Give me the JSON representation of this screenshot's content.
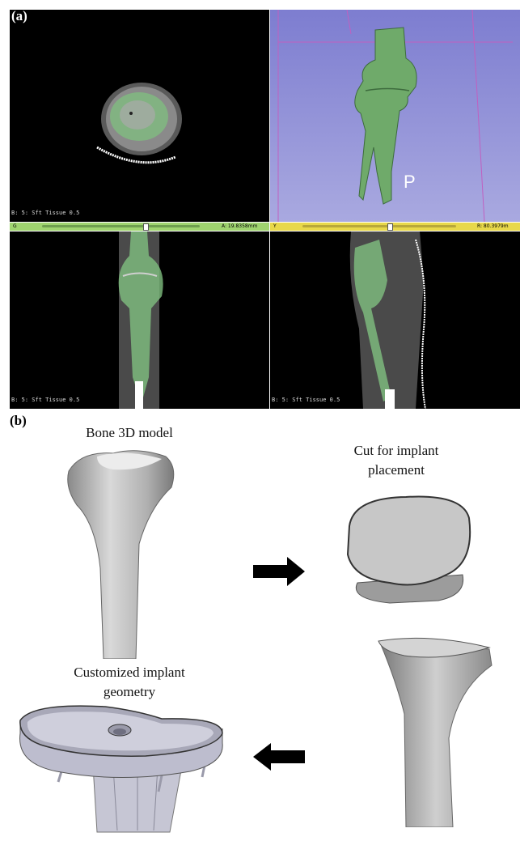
{
  "panel_a": {
    "label": "(a)",
    "views": {
      "axial_overlay": "B: 5: Sft Tissue 0.5",
      "coronal_overlay": "B: 5: Sft Tissue 0.5",
      "sagittal_overlay": "B: 5: Sft Tissue 0.5",
      "orientation_letter": "P"
    },
    "coronal_slider": {
      "tag": "G",
      "readout": "A: 19.8358mm"
    },
    "sagittal_slider": {
      "tag": "Y",
      "readout": "R: 80.3979m"
    }
  },
  "panel_b": {
    "label": "(b)",
    "captions": {
      "bone_model": "Bone 3D model",
      "cut_line1": "Cut for implant",
      "cut_line2": "placement",
      "implant_line1": "Customized implant",
      "implant_line2": "geometry"
    }
  },
  "colors": {
    "segmentation_green": "#7fbf7f",
    "bone_green": "#6faa6a",
    "viewer_3d_background": "#8f8fd6",
    "slider_green": "#9fd46f",
    "slider_yellow": "#e8d84a",
    "arrow": "#000000"
  }
}
